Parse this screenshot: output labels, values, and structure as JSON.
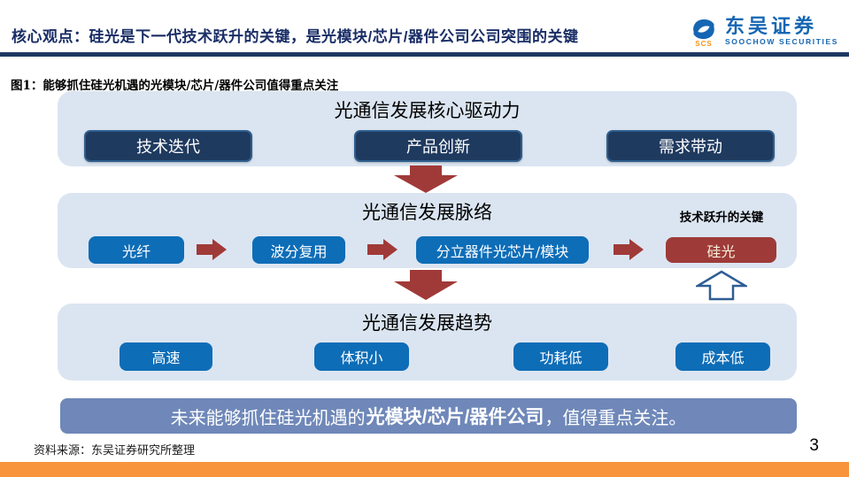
{
  "header": {
    "title": "核心观点：硅光是下一代技术跃升的关键，是光模块/芯片/器件公司公司突围的关键",
    "logo": {
      "name_cn": "东吴证券",
      "name_en": "SOOCHOW SECURITIES",
      "abbr": "SCS"
    }
  },
  "figure": {
    "label": "图1：能够抓住硅光机遇的光模块/芯片/器件公司值得重点关注"
  },
  "diagram": {
    "drivers": {
      "title": "光通信发展核心驱动力",
      "items": [
        "技术迭代",
        "产品创新",
        "需求带动"
      ]
    },
    "evolution": {
      "title": "光通信发展脉络",
      "annotation": "技术跃升的关键",
      "steps": [
        "光纤",
        "波分复用",
        "分立器件光芯片/模块"
      ],
      "highlight": "硅光"
    },
    "trends": {
      "title": "光通信发展趋势",
      "items": [
        "高速",
        "体积小",
        "功耗低",
        "成本低"
      ]
    }
  },
  "conclusion": {
    "prefix": "未来能够抓住硅光机遇的",
    "emphasis": "光模块/芯片/器件公司",
    "suffix": "，值得重点关注。"
  },
  "footer": {
    "source": "资料来源：东吴证券研究所整理",
    "page_number": "3"
  },
  "colors": {
    "title_navy": "#1a2e66",
    "divider_navy": "#1f3864",
    "panel_blue": "#dbe5f1",
    "dark_button_navy": "#1f3a5f",
    "flow_button_blue": "#0e6db7",
    "highlight_red": "#9e3b38",
    "arrow_red": "#a03a38",
    "conclusion_bar_blue": "#6f88b9",
    "footer_bar_orange": "#f8943c",
    "logo_blue": "#1566b3",
    "logo_orange": "#f7941d"
  }
}
